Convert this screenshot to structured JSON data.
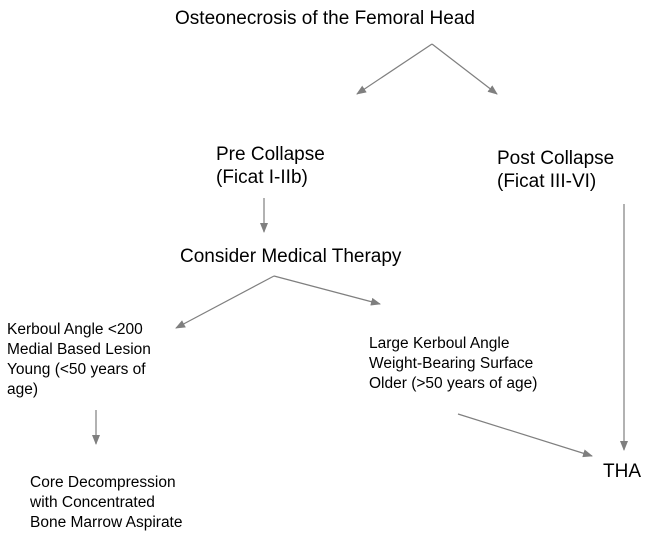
{
  "nodes": {
    "title": [
      "Osteonecrosis of the Femoral Head"
    ],
    "pre_collapse": [
      "Pre Collapse",
      "(Ficat I-IIb)"
    ],
    "post_collapse": [
      "Post Collapse",
      "(Ficat III-VI)"
    ],
    "medical": [
      "Consider Medical Therapy"
    ],
    "kerboul_small": [
      "Kerboul Angle <200",
      "Medial Based Lesion",
      "Young (<50 years of",
      "age)"
    ],
    "kerboul_large": [
      "Large Kerboul Angle",
      "Weight-Bearing Surface",
      "Older (>50 years of age)"
    ],
    "core": [
      "Core Decompression",
      "with Concentrated",
      "Bone Marrow Aspirate"
    ],
    "tha": [
      "THA"
    ]
  },
  "edges": [
    {
      "from": "title",
      "to": "pre_collapse"
    },
    {
      "from": "title",
      "to": "post_collapse"
    },
    {
      "from": "pre_collapse",
      "to": "medical"
    },
    {
      "from": "medical",
      "to": "kerboul_small"
    },
    {
      "from": "medical",
      "to": "kerboul_large"
    },
    {
      "from": "kerboul_small",
      "to": "core"
    },
    {
      "from": "kerboul_large",
      "to": "tha"
    },
    {
      "from": "post_collapse",
      "to": "tha"
    }
  ],
  "colors": {
    "text": "#000000",
    "arrow": "#7f7f7f"
  }
}
